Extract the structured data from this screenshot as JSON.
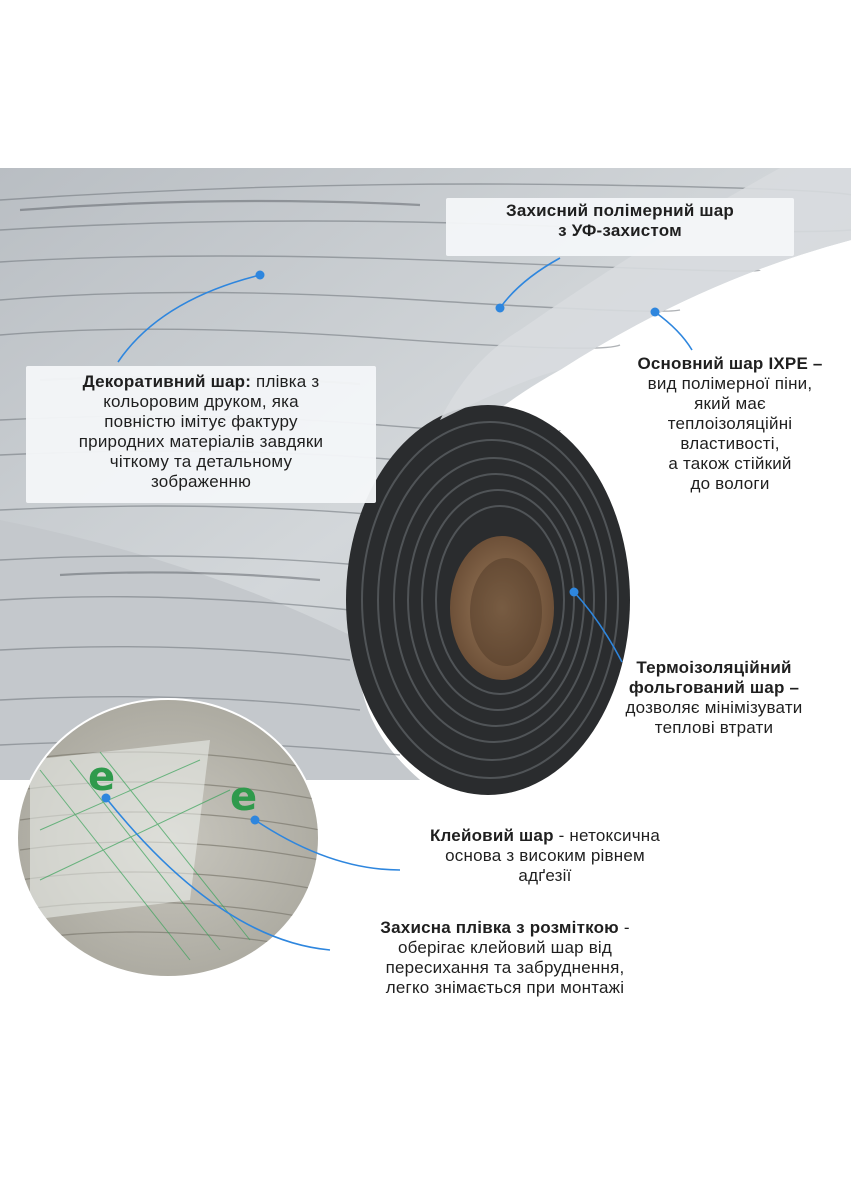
{
  "labels": {
    "protective": {
      "title": "Захисний полімерний шар",
      "line2": "з УФ-захистом"
    },
    "decorative": {
      "title": "Декоративний шар:",
      "lines": [
        "плівка з",
        "кольоровим друком, яка",
        "повністю імітує фактуру",
        "природних матеріалів завдяки",
        "чіткому та детальному",
        "зображенню"
      ]
    },
    "ixpe": {
      "title": "Основний шар IXPE –",
      "lines": [
        "вид полімерної піни,",
        "який має",
        "теплоізоляційні",
        "властивості,",
        "а також стійкий",
        "до вологи"
      ]
    },
    "thermo": {
      "title_1": "Термоізоляційний",
      "title_2": "фольгований шар –",
      "lines": [
        "дозволяє мінімізувати",
        "теплові втрати"
      ]
    },
    "adhesive": {
      "title": "Клейовий шар",
      "lines": [
        "- нетоксична",
        "основа з високим рівнем",
        "адґезії"
      ]
    },
    "film": {
      "title": "Захисна плівка з розміткою",
      "lines": [
        "-",
        "оберігає клейовий шар від",
        "пересихання та забруднення,",
        "легко знімається при монтажі"
      ]
    }
  },
  "colors": {
    "callout_line": "#2e86de",
    "text": "#1f1f1f",
    "wood_base": "#c9cdd1",
    "roll_core": "#8a6a4a"
  }
}
